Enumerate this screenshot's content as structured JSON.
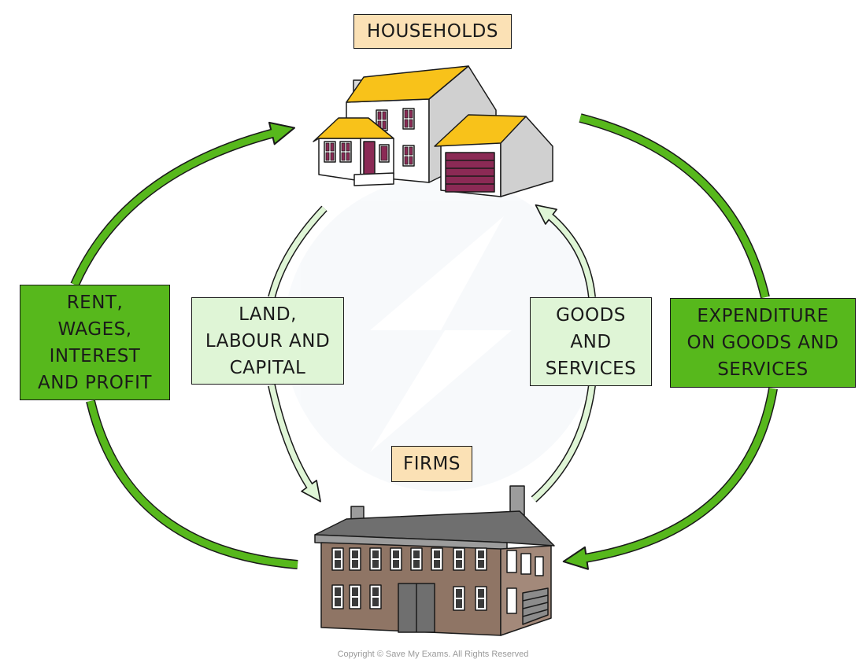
{
  "labels": {
    "households": "HOUSEHOLDS",
    "firms": "FIRMS",
    "factor_payments": "RENT,\nWAGES,\nINTEREST\nAND PROFIT",
    "factors": "LAND,\nLABOUR AND\nCAPITAL",
    "goods_services": "GOODS\nAND\nSERVICES",
    "expenditure": "EXPENDITURE\nON GOODS AND\nSERVICES"
  },
  "copyright": "Copyright © Save My Exams. All Rights Reserved",
  "colors": {
    "dark_green": "#57b81c",
    "light_green": "#dff5d6",
    "tag_fill": "#fbe1b5",
    "roof_yellow": "#f8c21a",
    "door_maroon": "#8b2a55",
    "brick_brown": "#8f7565",
    "outline": "#1a1a1a"
  },
  "icons": {
    "households": "house-icon",
    "firms": "factory-icon",
    "watermark": "lightning-bolt-watermark"
  }
}
